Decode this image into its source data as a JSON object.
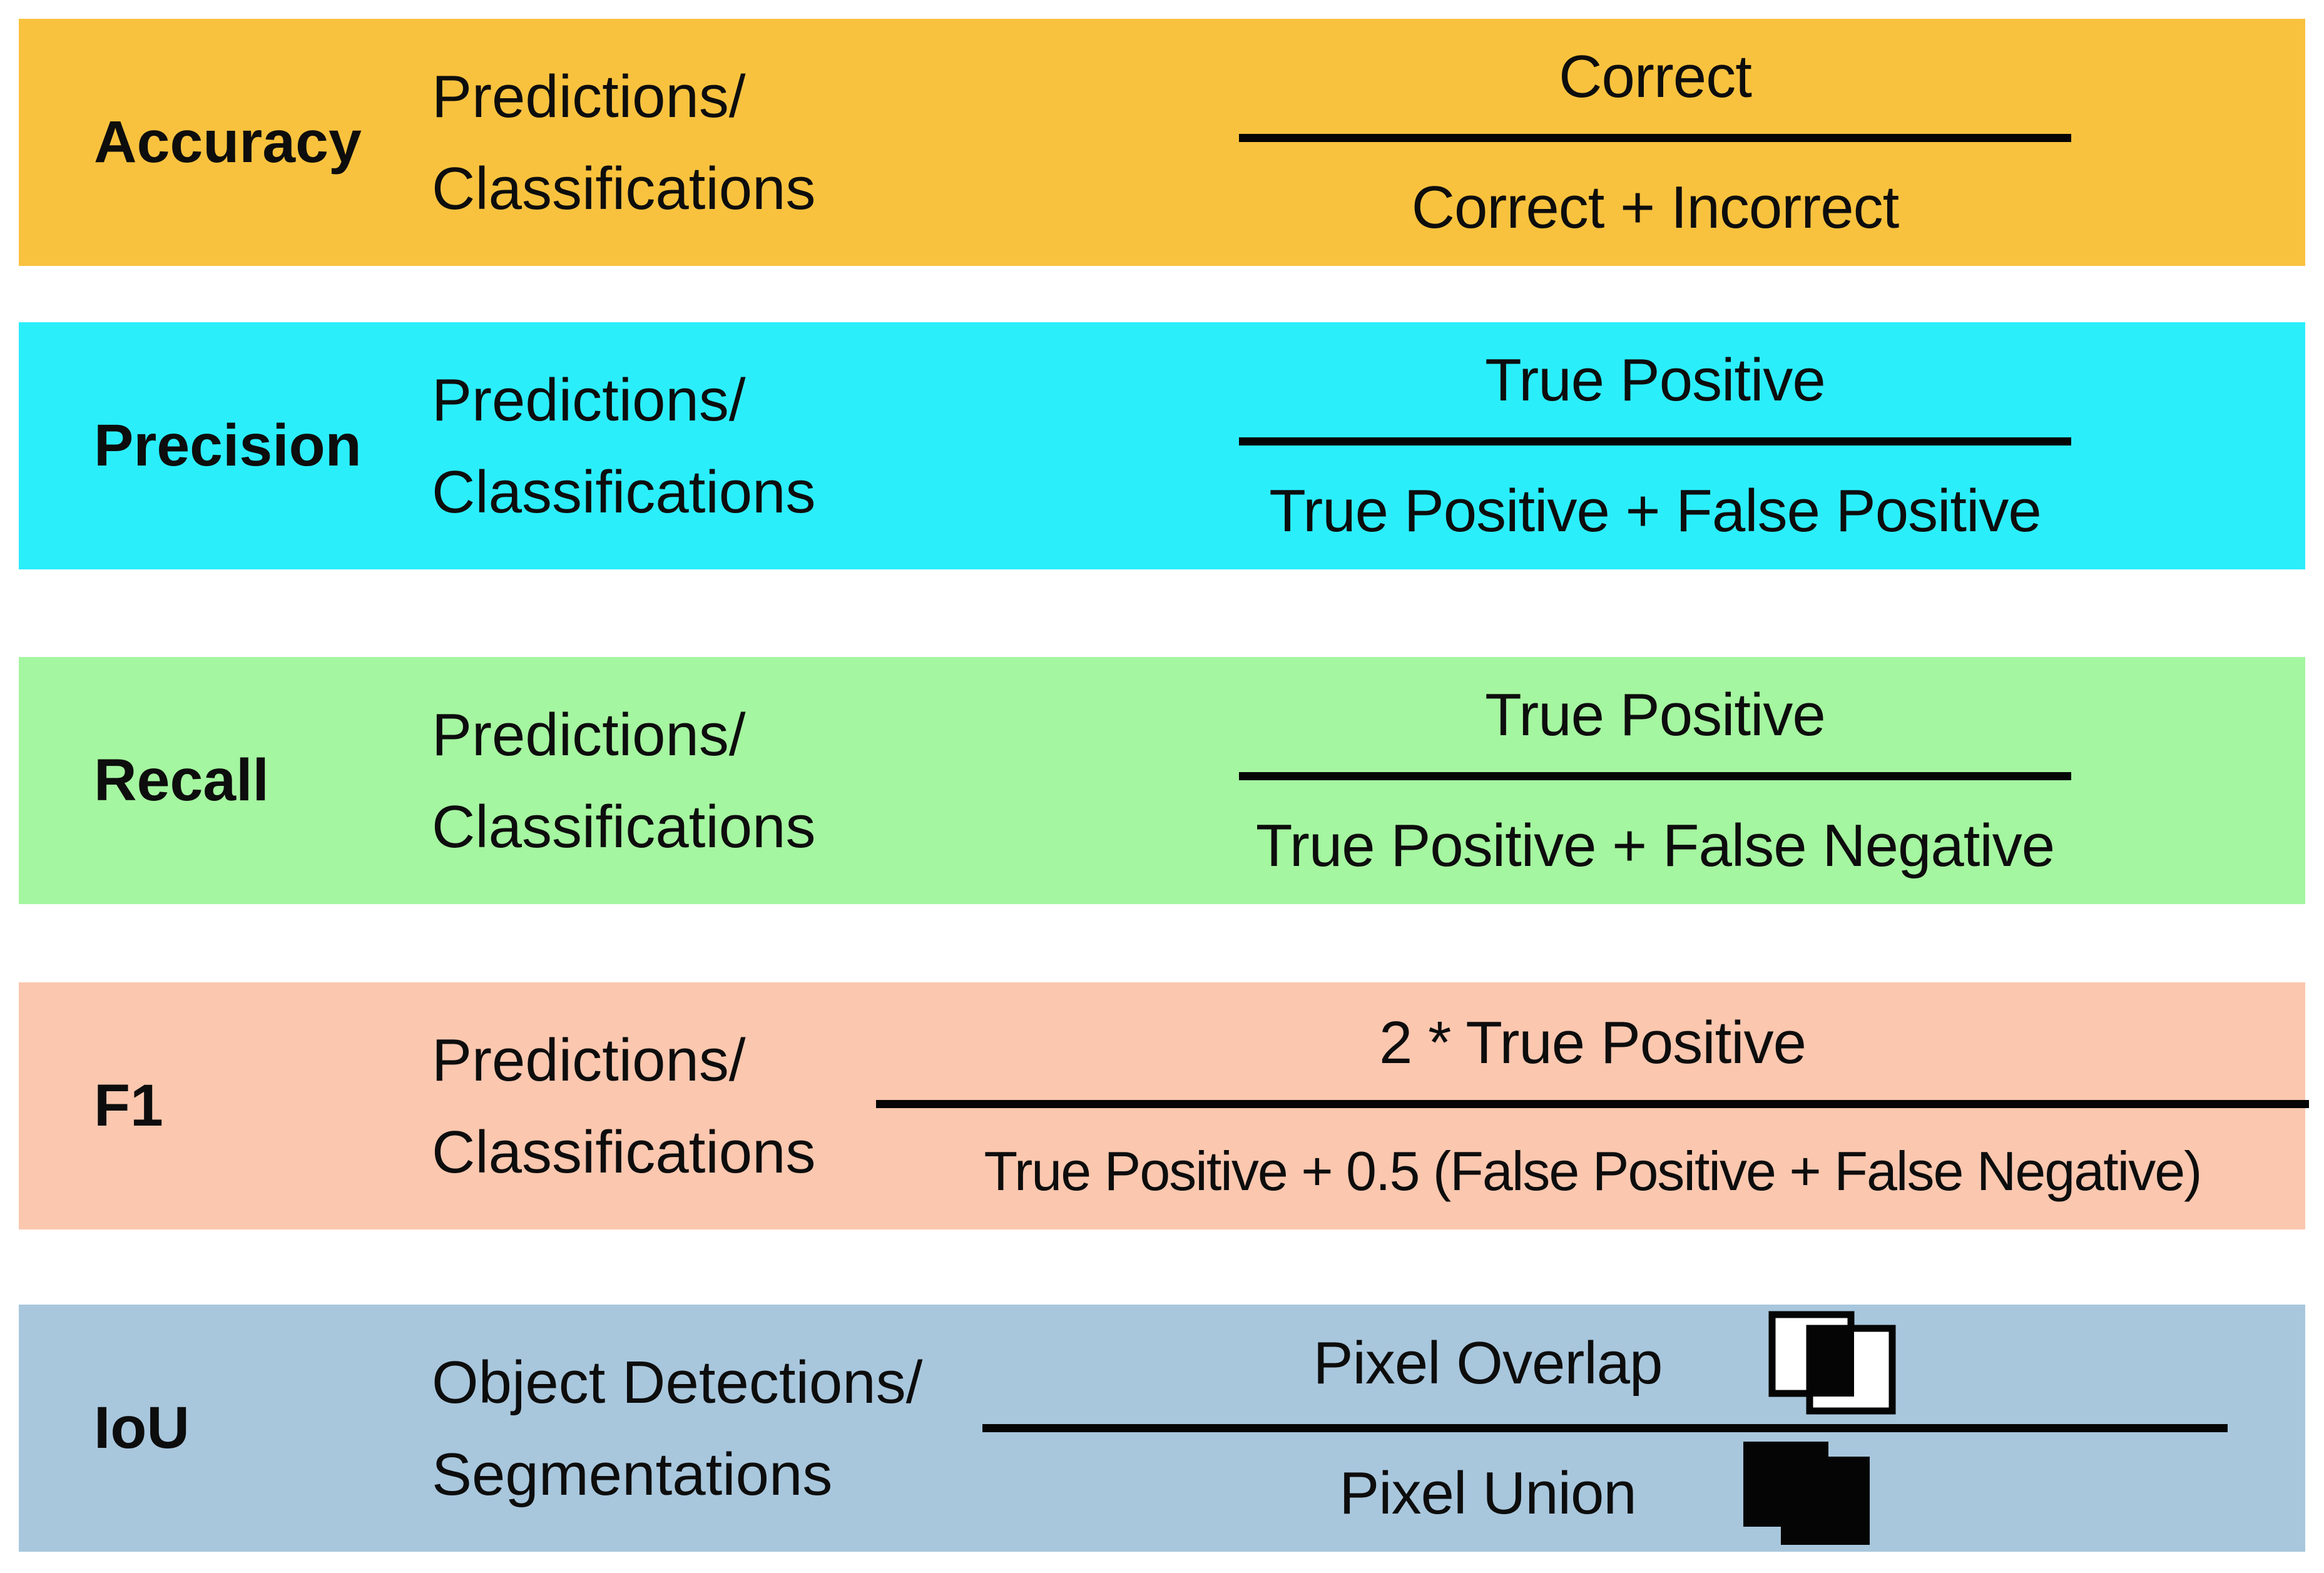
{
  "figure": {
    "text_color": "#0d0d0d",
    "line_color": "#050505",
    "rows": [
      {
        "metric": "Accuracy",
        "category_line1": "Predictions/",
        "category_line2": "Classifications",
        "numerator": "Correct",
        "denominator": "Correct + Incorrect",
        "bg": "#F9C23E"
      },
      {
        "metric": "Precision",
        "category_line1": "Predictions/",
        "category_line2": "Classifications",
        "numerator": "True Positive",
        "denominator": "True Positive + False Positive",
        "bg": "#2BEEFB"
      },
      {
        "metric": "Recall",
        "category_line1": "Predictions/",
        "category_line2": "Classifications",
        "numerator": "True Positive",
        "denominator": "True Positive + False Negative",
        "bg": "#A5F6A0"
      },
      {
        "metric": "F1",
        "category_line1": "Predictions/",
        "category_line2": "Classifications",
        "numerator": "2 * True Positive",
        "denominator": "True Positive + 0.5 (False Positive + False Negative)",
        "bg": "#FBC7AF"
      },
      {
        "metric": "IoU",
        "category_line1": "Object Detections/",
        "category_line2": "Segmentations",
        "numerator": "Pixel Overlap",
        "denominator": "Pixel Union",
        "numerator_icon": "overlap-icon",
        "denominator_icon": "union-icon",
        "bg": "#A8C7DD"
      }
    ]
  }
}
